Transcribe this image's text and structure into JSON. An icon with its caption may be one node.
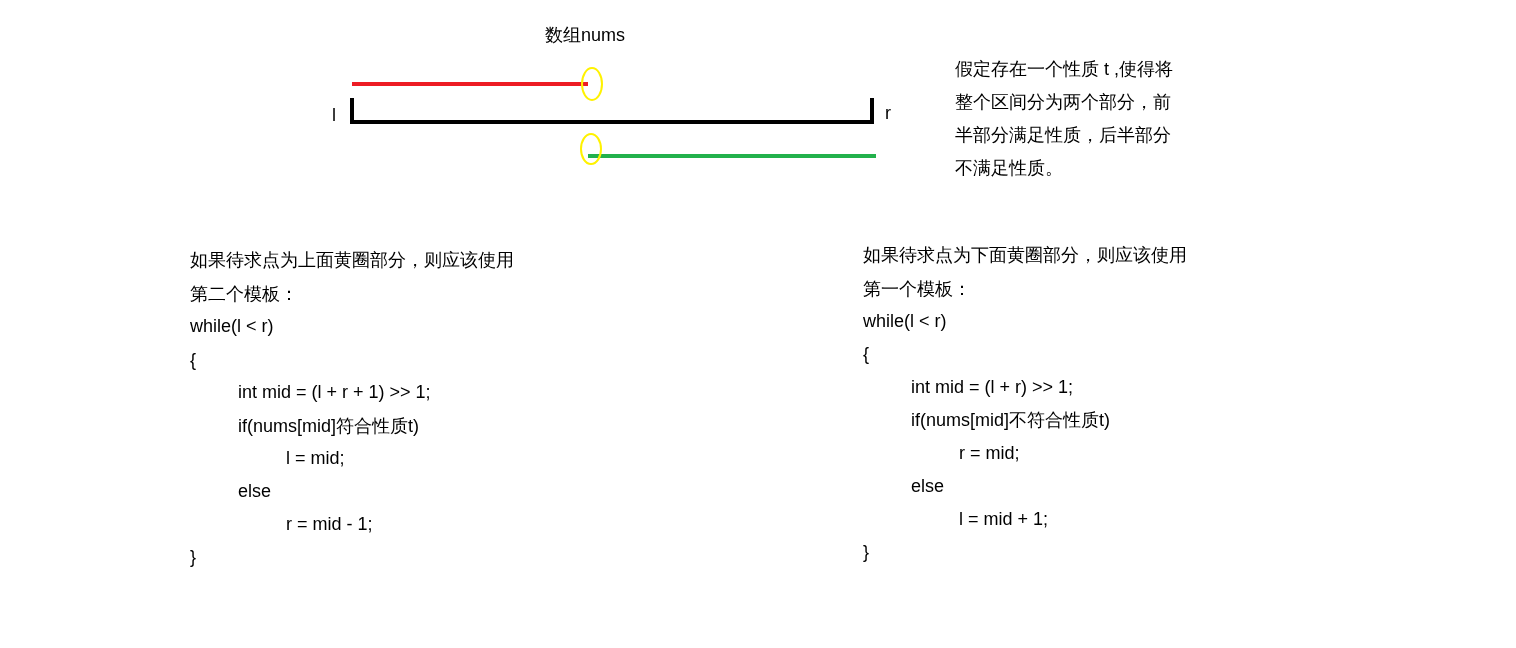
{
  "diagram": {
    "title": "数组nums",
    "labels": [
      "l",
      "r",
      "假定存在一个性质 t ,使得将整个区间分为两个部分，前半部分满足性质，后半部分不满足性质。",
      "如果待求点为上面黄圈部分，则应该使用",
      "第二个模板：",
      "while(l < r)",
      "{",
      "int mid = (l + r + 1) >> 1;",
      "if(nums[mid]符合性质t)",
      "l = mid;",
      "else",
      "r = mid - 1;",
      "}",
      "如果待求点为下面黄圈部分，则应该使用",
      "第一个模板：",
      "while(l < r)",
      "{",
      "int mid = (l + r) >> 1;",
      "if(nums[mid]不符合性质t)",
      "r = mid;",
      "else",
      "l = mid + 1;",
      "}"
    ]
  }
}
